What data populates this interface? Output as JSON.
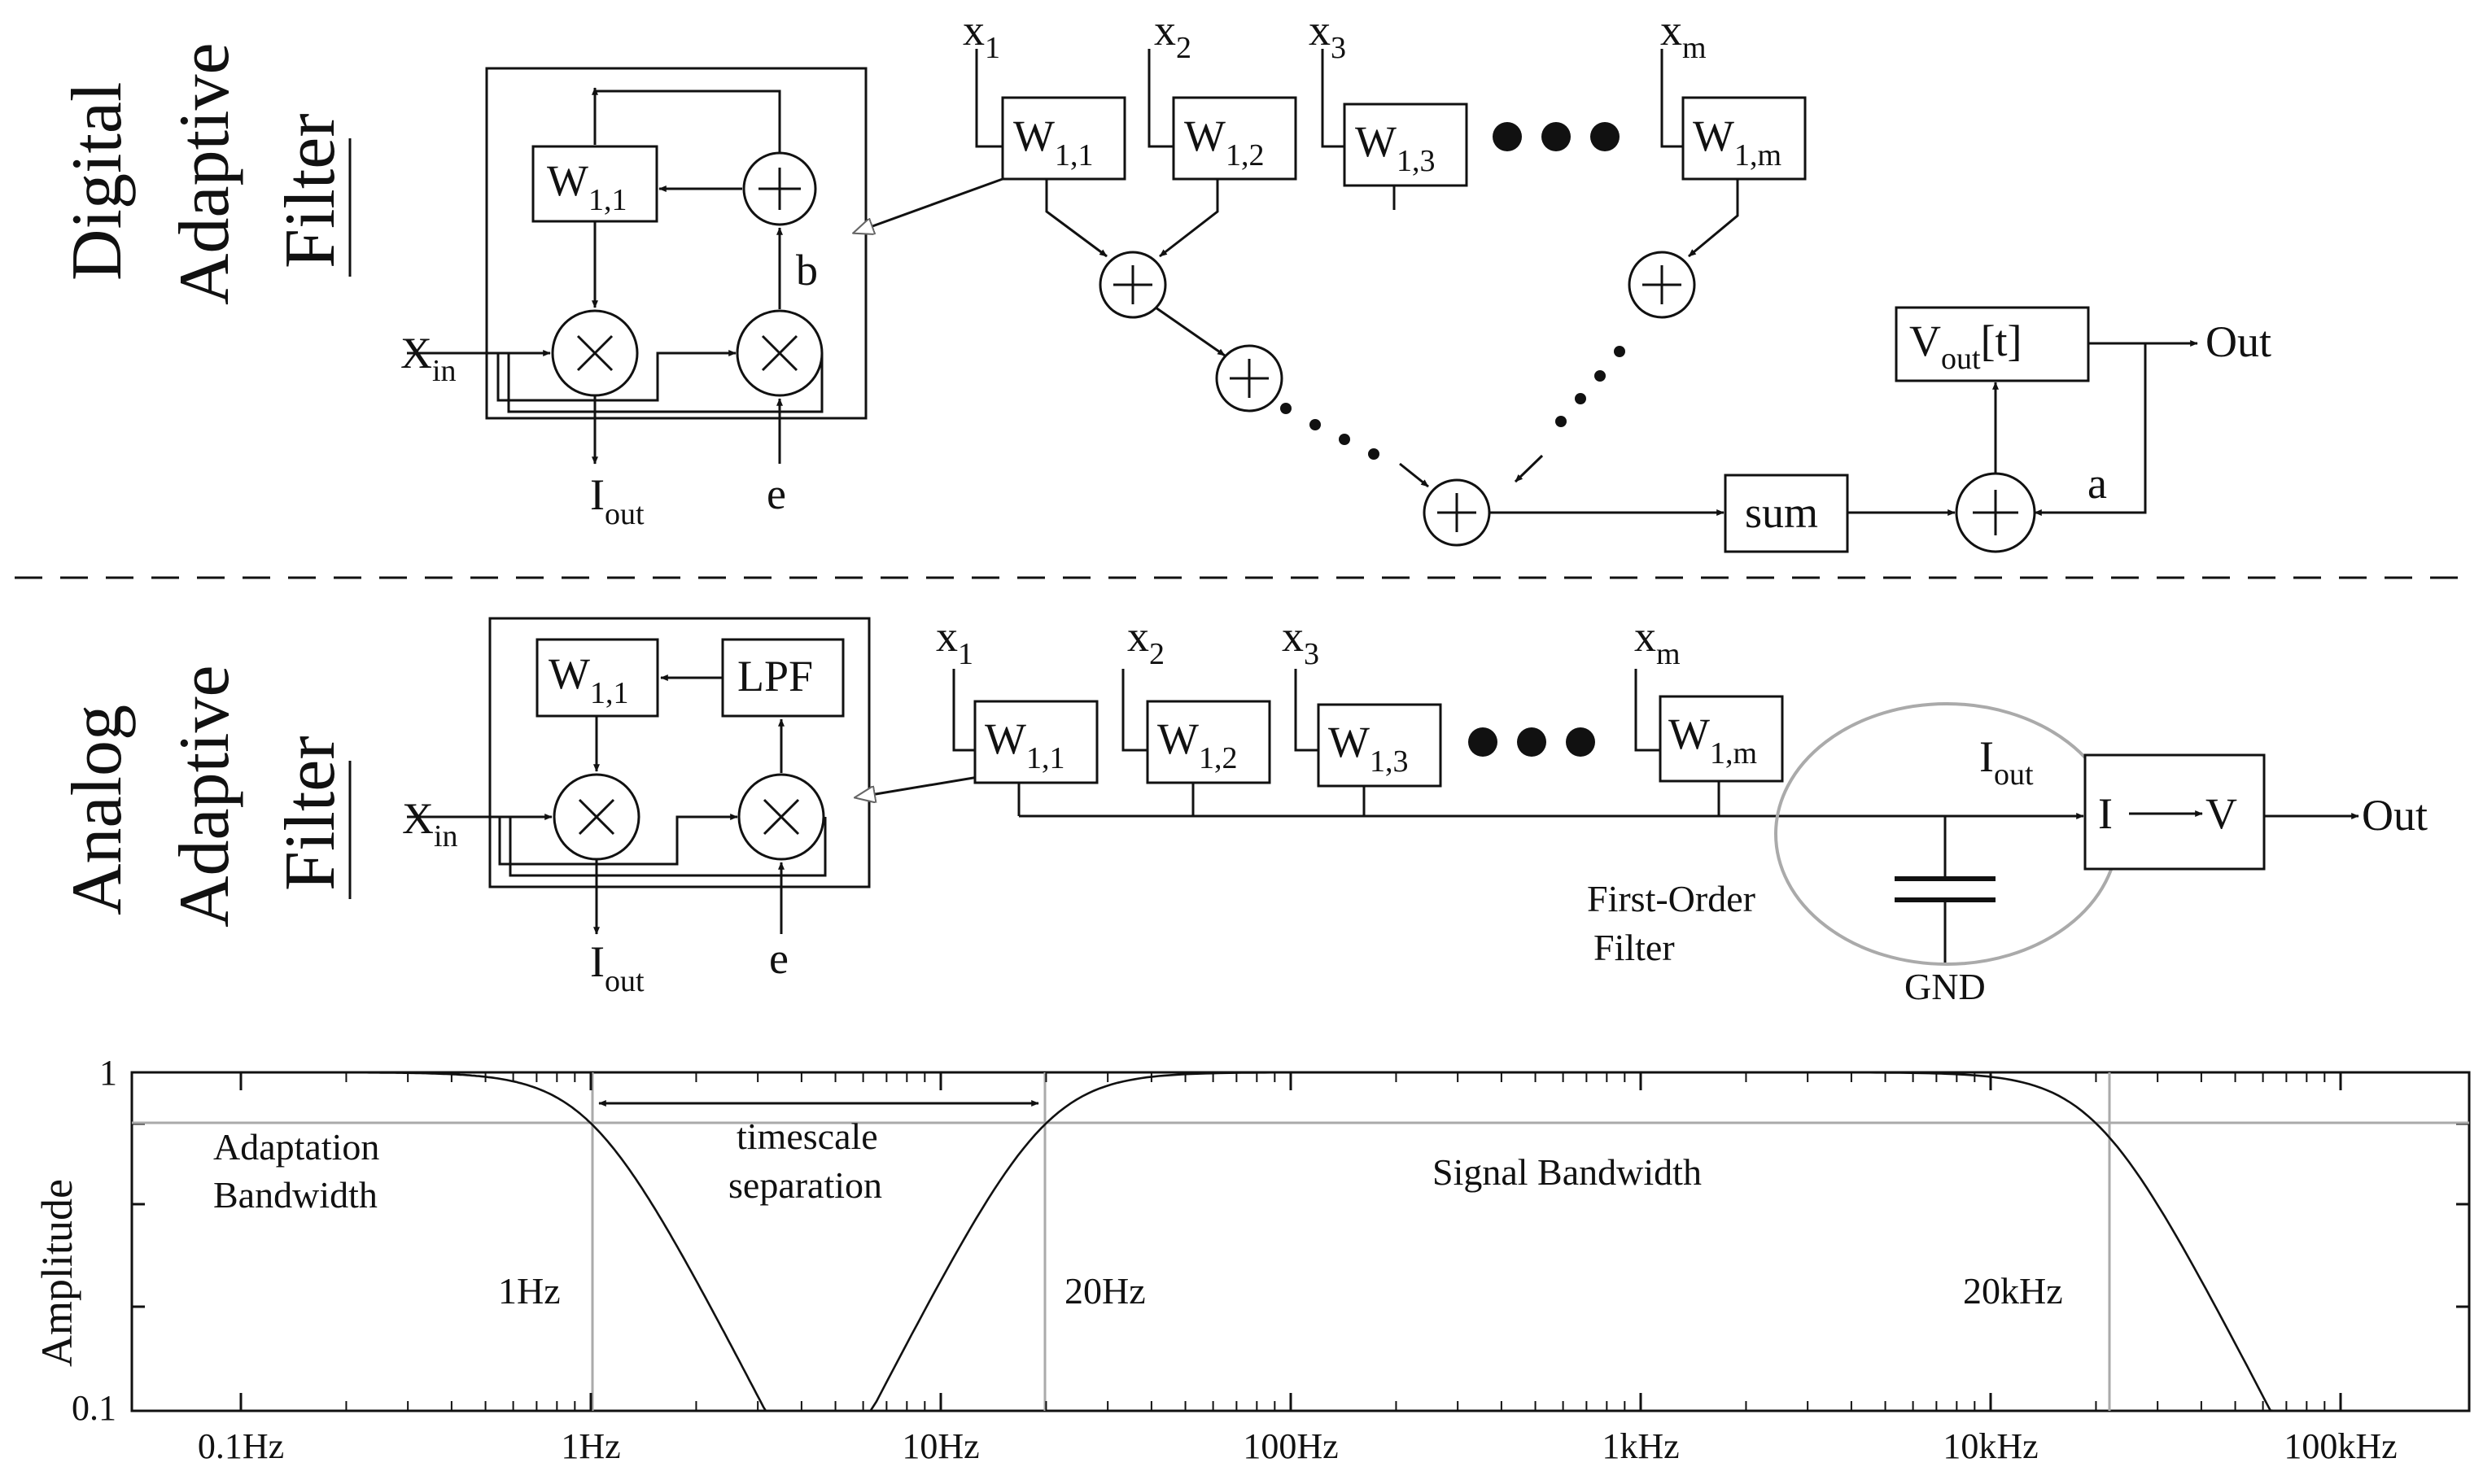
{
  "digital": {
    "side_title_1": "Digital",
    "side_title_2": "Adaptive",
    "side_title_3": "Filter",
    "cell_weight": "W",
    "cell_weight_sub": "1,1",
    "input_x": "X",
    "input_x_sub": "in",
    "output_i": "I",
    "output_i_sub": "out",
    "error": "e",
    "gain_b": "b",
    "inputs": [
      {
        "x": "x",
        "sub": "1",
        "w_sub": "1,1"
      },
      {
        "x": "x",
        "sub": "2",
        "w_sub": "1,2"
      },
      {
        "x": "x",
        "sub": "3",
        "w_sub": "1,3"
      },
      {
        "x": "x",
        "sub": "m",
        "w_sub": "1,m"
      }
    ],
    "sum_label": "sum",
    "vout_label": "V",
    "vout_sub": "out",
    "vout_tail": "[t]",
    "out_label": "Out",
    "gain_a": "a"
  },
  "analog": {
    "side_title_1": "Analog",
    "side_title_2": "Adaptive",
    "side_title_3": "Filter",
    "cell_weight": "W",
    "cell_weight_sub": "1,1",
    "lpf_label": "LPF",
    "input_x": "X",
    "input_x_sub": "in",
    "output_i": "I",
    "output_i_sub": "out",
    "error": "e",
    "inputs": [
      {
        "x": "x",
        "sub": "1",
        "w_sub": "1,1"
      },
      {
        "x": "x",
        "sub": "2",
        "w_sub": "1,2"
      },
      {
        "x": "x",
        "sub": "3",
        "w_sub": "1,3"
      },
      {
        "x": "x",
        "sub": "m",
        "w_sub": "1,m"
      }
    ],
    "iout_label": "I",
    "iout_sub": "out",
    "filter_label_1": "First-Order",
    "filter_label_2": "Filter",
    "gnd_label": "GND",
    "iv_i": "I",
    "iv_v": "V",
    "out_label": "Out"
  },
  "plot": {
    "ylabel": "Amplitude",
    "ytick_top": "1",
    "ytick_bottom": "0.1",
    "xticks": [
      "0.1Hz",
      "1Hz",
      "10Hz",
      "100Hz",
      "1kHz",
      "10kHz",
      "100kHz"
    ],
    "adapt_label_1": "Adaptation",
    "adapt_label_2": "Bandwidth",
    "timescale_label_1": "timescale",
    "timescale_label_2": "separation",
    "signal_label": "Signal Bandwidth",
    "corner_1": "1Hz",
    "corner_2": "20Hz",
    "corner_3": "20kHz"
  }
}
